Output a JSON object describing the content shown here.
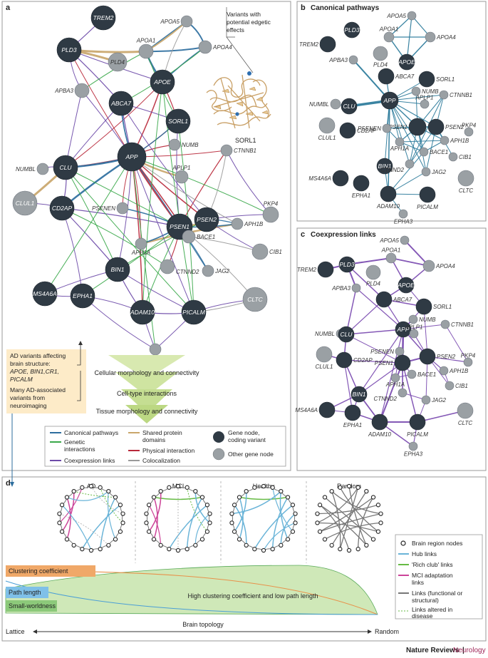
{
  "panels": {
    "a": {
      "label": "a"
    },
    "b": {
      "label": "b",
      "title": "Canonical pathways"
    },
    "c": {
      "label": "c",
      "title": "Coexpression links"
    },
    "d": {
      "label": "d"
    }
  },
  "annotation": {
    "variants_line1": "Variants with",
    "variants_line2": "potential edgetic",
    "variants_line3": "effects",
    "sorl1_structure": "SORL1"
  },
  "ad_box": {
    "line1": "AD variants affecting",
    "line2": "brain structure:",
    "line3": "APOE, BIN1,CR1,",
    "line4": "PICALM",
    "line5": "Many AD-associated",
    "line6": "variants from",
    "line7": "neuroimaging"
  },
  "levels": {
    "l1": "Cellular morphology and connectivity",
    "l2": "Cell-type interactions",
    "l3": "Tissue morphology and connectivity"
  },
  "legend_a": {
    "canonical": "Canonical pathways",
    "genetic_1": "Genetic",
    "genetic_2": "interactions",
    "coexpr": "Coexpression links",
    "shared_1": "Shared protein",
    "shared_2": "domains",
    "physical": "Physical interaction",
    "coloc": "Colocalization",
    "gene_coding_1": "Gene node,",
    "gene_coding_2": "coding variant",
    "gene_other": "Other gene node",
    "colors": {
      "canonical": "#2d6e9e",
      "genetic": "#3aa84a",
      "coexpr": "#6d4aa8",
      "shared": "#c9a66b",
      "physical": "#b8283a",
      "coloc": "#9a9a9a"
    }
  },
  "genes": {
    "TREM2": "TREM2",
    "PLD3": "PLD3",
    "PLD4": "PLD4",
    "APOA5": "APOA5",
    "APOA1": "APOA1",
    "APOA4": "APOA4",
    "APOE": "APOE",
    "APBA3": "APBA3",
    "ABCA7": "ABCA7",
    "SORL1": "SORL1",
    "NUMB": "NUMB",
    "NUMBL": "NUMBL",
    "CLU": "CLU",
    "APP": "APP",
    "CTNNB1": "CTNNB1",
    "APLP1": "APLP1",
    "CLUL1": "CLUL1",
    "CD2AP": "CD2AP",
    "PSENEN": "PSENEN",
    "PSEN1": "PSEN1",
    "PSEN2": "PSEN2",
    "PKP4": "PKP4",
    "APH1B": "APH1B",
    "BACE1": "BACE1",
    "APH1A": "APH1A",
    "CIB1": "CIB1",
    "BIN1": "BIN1",
    "CTNND2": "CTNND2",
    "JAG2": "JAG2",
    "MS4A6A": "MS4A6A",
    "EPHA1": "EPHA1",
    "CLTC": "CLTC",
    "ADAM10": "ADAM10",
    "PICALM": "PICALM",
    "EPHA3": "EPHA3"
  },
  "panel_d": {
    "cols": {
      "ad": "AD",
      "mci": "MCI",
      "healthy": "Healthy",
      "random": "Random"
    },
    "legend": {
      "nodes": "Brain region nodes",
      "hub": "Hub links",
      "rich_1": "'Rich club' links",
      "mci_1": "MCI adaptation",
      "mci_2": "links",
      "func_1": "Links (functional or",
      "func_2": "structural)",
      "alt_1": "Links altered in",
      "alt_2": "disease"
    },
    "metrics": {
      "clustering": "Clustering coefficient",
      "path": "Path length",
      "small": "Small-worldness",
      "high": "High clustering coefficient and low path length"
    },
    "axis": {
      "left": "Lattice",
      "center": "Brain topology",
      "right": "Random"
    },
    "colors": {
      "clustering": "#e8914a",
      "path": "#4a9ed6",
      "small": "#5aab5a",
      "hub": "#6ab4d8",
      "rich": "#66bb44",
      "mci": "#cc4499",
      "func": "#777777"
    }
  },
  "footer": {
    "journal": "Nature Reviews",
    "separator": "|",
    "section": "Neurology"
  }
}
